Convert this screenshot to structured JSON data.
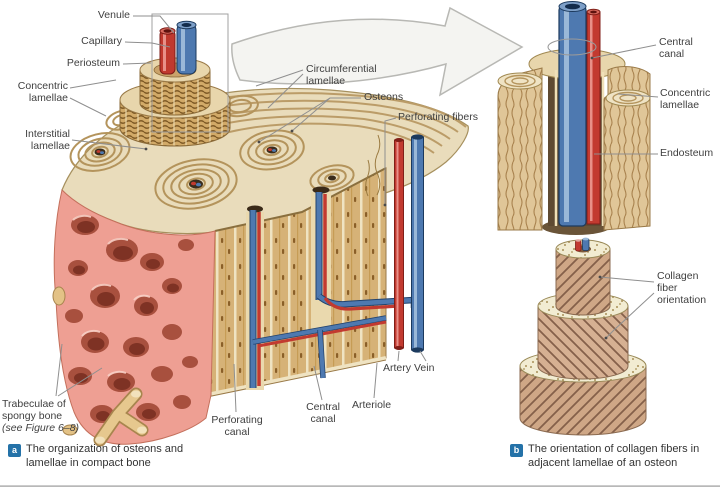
{
  "figure": {
    "type": "anatomical-diagram",
    "subject": "Bone structure: osteons and lamellae in compact bone"
  },
  "panel_a": {
    "marker": "a",
    "caption": "The organization of osteons and lamellae in compact bone",
    "labels": {
      "venule": "Venule",
      "capillary": "Capillary",
      "periosteum": "Periosteum",
      "concentric_lamellae": "Concentric lamellae",
      "interstitial_lamellae": "Interstitial lamellae",
      "circumferential_lamellae": "Circumferential lamellae",
      "osteons": "Osteons",
      "perforating_fibers": "Perforating fibers",
      "trabeculae_line1": "Trabeculae of",
      "trabeculae_line2": "spongy bone",
      "trabeculae_note": "(see Figure 6–8)",
      "perforating_canal": "Perforating canal",
      "central_canal": "Central canal",
      "arteriole": "Arteriole",
      "artery": "Artery",
      "vein": "Vein"
    }
  },
  "panel_b": {
    "marker": "b",
    "caption": "The orientation of collagen fibers in adjacent lamellae of an osteon",
    "labels": {
      "central_canal": "Central canal",
      "concentric_lamellae": "Concentric lamellae",
      "endosteum": "Endosteum",
      "collagen_fiber_orientation": "Collagen fiber orientation"
    }
  },
  "colors": {
    "caption_marker_bg": "#2472a8",
    "bone_surface": "#e9dcbb",
    "bone_stripe_tan": "#d6b277",
    "spongy_pink": "#ee9f93",
    "artery_red": "#c23a30",
    "vein_blue": "#4e79b0",
    "label_text": "#3f3f3f",
    "leader_line": "#8f8f8f"
  }
}
